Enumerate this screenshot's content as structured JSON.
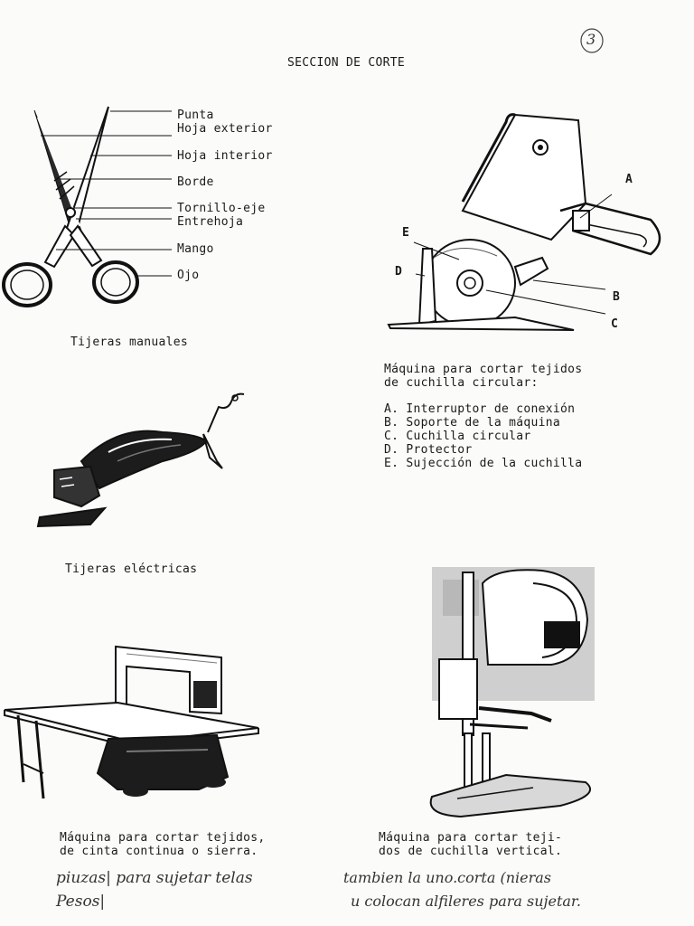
{
  "page": {
    "title": "SECCION DE CORTE",
    "page_mark": "3"
  },
  "scissors": {
    "labels": [
      "Punta",
      "Hoja exterior",
      "Hoja interior",
      "Borde",
      "Tornillo-eje",
      "Entrehoja",
      "Mango",
      "Ojo"
    ],
    "caption": "Tijeras manuales"
  },
  "circular_machine": {
    "letters": [
      "A",
      "B",
      "C",
      "D",
      "E"
    ],
    "caption_lines": [
      "Máquina para cortar tejidos",
      "de cuchilla circular:"
    ],
    "legend": [
      "A. Interruptor de conexión",
      "B. Soporte de la máquina",
      "C. Cuchilla circular",
      "D. Protector",
      "E. Sujección de la cuchilla"
    ]
  },
  "electric_scissors": {
    "caption": "Tijeras eléctricas"
  },
  "band_saw": {
    "caption_lines": [
      "Máquina para cortar tejidos,",
      "de cinta continua o sierra."
    ],
    "handwritten": [
      "piuzas| para sujetar telas",
      "Pesos|"
    ]
  },
  "vertical_knife": {
    "caption_lines": [
      "Máquina para cortar teji-",
      "dos de cuchilla vertical."
    ],
    "handwritten": [
      "tambien la uno.corta (nieras",
      "u colocan alfileres para sujetar."
    ]
  }
}
